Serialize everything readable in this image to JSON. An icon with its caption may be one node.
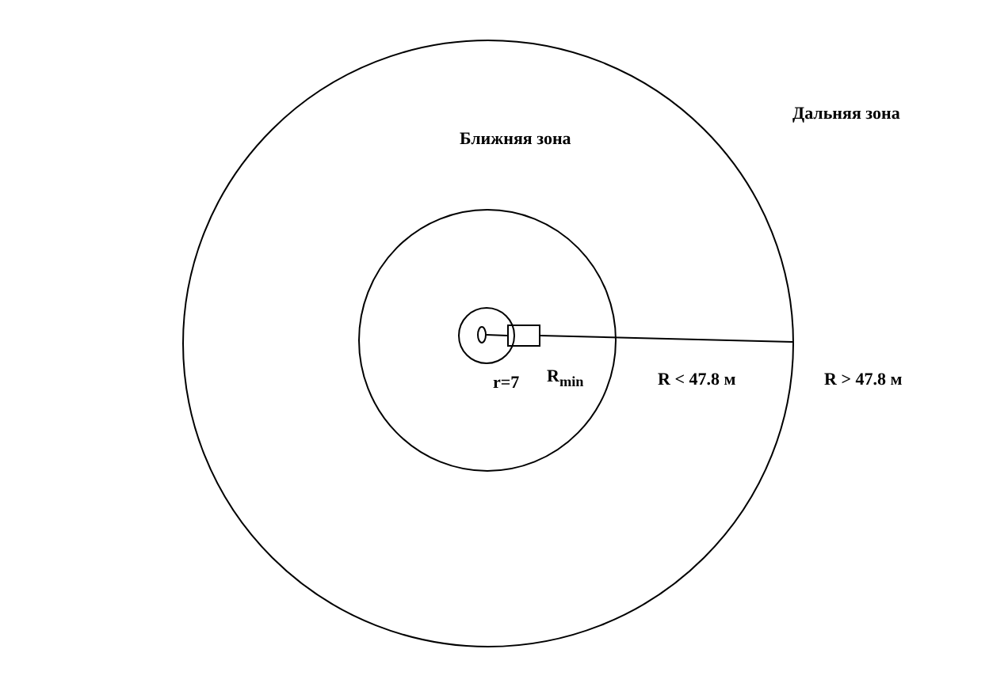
{
  "diagram": {
    "nodes": [
      {
        "text": [
          "Ближняя зона",
          "R < 47.8 м"
        ]
      },
      {
        "text": [
          "R$_{min}$"
        ],
        "in": 0
      },
      {
        "text": [
          "r=7"
        ],
        "in": 1
      },
      {
        "text": [],
        "shape": "circle",
        "in": 2
      },
      {
        "text": [],
        "shape": "box",
        "in": 1
      }
    ],
    "edges": [
      {
        "from": 3,
        "to": 4,
        "arrow": "none"
      }
    ],
    "labels": [
      "Дальняя зона",
      "R > 47.8 м"
    ]
  }
}
